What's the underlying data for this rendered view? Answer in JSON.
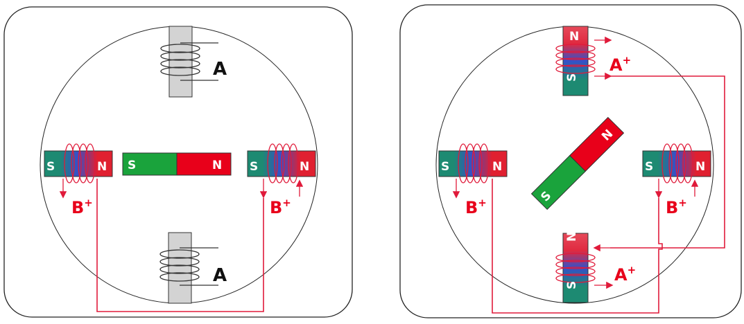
{
  "labels": {
    "north": "N",
    "south": "S",
    "coil_a": "A",
    "coil_a_plus": "A",
    "coil_b_plus": "B",
    "plus": "+"
  },
  "colors": {
    "background": "#ffffff",
    "frame": "#222222",
    "red": "#e8001a",
    "green": "#1aa33c",
    "teal": "#1d8a72",
    "wire": "#e01a3a",
    "coil_blue": "#2d4fc4",
    "gray_core": "#d3d3d3"
  }
}
